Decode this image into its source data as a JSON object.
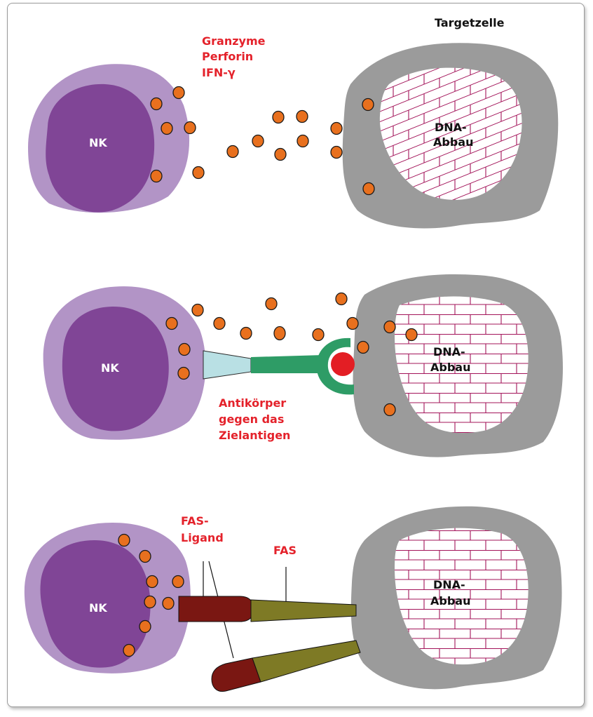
{
  "colors": {
    "nk_outer": "#b294c6",
    "nk_inner": "#804596",
    "target_cell": "#9b9b9b",
    "dna_pattern": "#a3145a",
    "vesicle": "#e8701e",
    "label_red": "#e4222b",
    "antibody_green": "#2e9c66",
    "fc_receptor": "#b9e0e4",
    "antigen_red": "#e31e24",
    "fas_ligand": "#7a1712",
    "fas": "#7e7a25"
  },
  "header": {
    "target_label": "Targetzelle"
  },
  "panel1": {
    "nk_label": "NK",
    "granule_lines": [
      "Granzyme",
      "Perforin",
      "IFN-γ"
    ],
    "dna_lines": [
      "DNA-",
      "Abbau"
    ]
  },
  "panel2": {
    "nk_label": "NK",
    "antibody_lines": [
      "Antikörper",
      "gegen das",
      "Zielantigen"
    ],
    "dna_lines": [
      "DNA-",
      "Abbau"
    ]
  },
  "panel3": {
    "nk_label": "NK",
    "fas_ligand_lines": [
      "FAS-",
      "Ligand"
    ],
    "fas_label": "FAS",
    "dna_lines": [
      "DNA-",
      "Abbau"
    ]
  }
}
